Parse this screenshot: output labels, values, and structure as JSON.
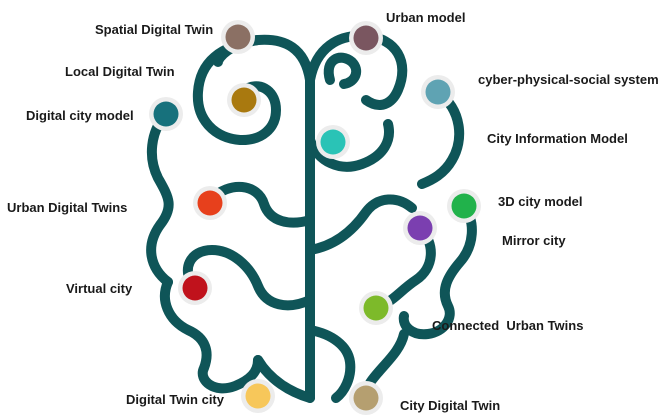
{
  "diagram": {
    "stroke_color": "#0f5558",
    "halo_color": "#ececec",
    "nodes": [
      {
        "id": "spatial-digital-twin",
        "label": "Spatial Digital Twin",
        "color": "#8b7064"
      },
      {
        "id": "urban-model",
        "label": "Urban model",
        "color": "#7a5660"
      },
      {
        "id": "local-digital-twin",
        "label": "Local Digital Twin",
        "color": "#a9790f"
      },
      {
        "id": "cyber-physical-social-system",
        "label": "cyber-physical-social system",
        "color": "#5fa3b3"
      },
      {
        "id": "digital-city-model",
        "label": "Digital city model",
        "color": "#17717c"
      },
      {
        "id": "city-information-model",
        "label": "City Information Model",
        "color": "#2ac3b6"
      },
      {
        "id": "urban-digital-twins",
        "label": "Urban Digital Twins",
        "color": "#e7401c"
      },
      {
        "id": "3d-city-model",
        "label": "3D city model",
        "color": "#21b24b"
      },
      {
        "id": "mirror-city",
        "label": "Mirror city",
        "color": "#7b3fb0"
      },
      {
        "id": "virtual-city",
        "label": "Virtual city",
        "color": "#c0121c"
      },
      {
        "id": "connected-urban-twins",
        "label": "Connected  Urban Twins",
        "color": "#7dba2a"
      },
      {
        "id": "digital-twin-city",
        "label": "Digital Twin city",
        "color": "#f7c75a"
      },
      {
        "id": "city-digital-twin",
        "label": "City Digital Twin",
        "color": "#b59f70"
      }
    ]
  }
}
